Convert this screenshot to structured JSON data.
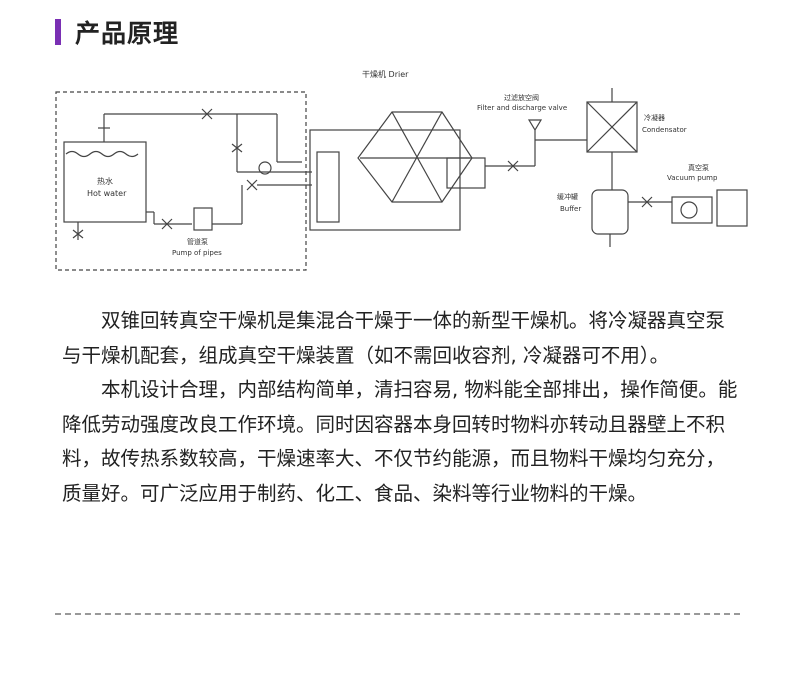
{
  "heading": {
    "title": "产品原理",
    "accent_color": "#7a2fb4"
  },
  "diagram": {
    "drier_label": "干燥机 Drier",
    "filter_valve_label_cn": "过滤放空阀",
    "filter_valve_label_en": "Filter and discharge valve",
    "condenser_label_cn": "冷凝器",
    "condenser_label_en": "Condensator",
    "vacuum_pump_label_cn": "真空泵",
    "vacuum_pump_label_en": "Vacuum pump",
    "buffer_label_cn": "缓冲罐",
    "buffer_label_en": "Buffer",
    "hot_water_label_cn": "热水",
    "hot_water_label_en": "Hot water",
    "pipe_pump_label_cn": "管道泵",
    "pipe_pump_label_en": "Pump of pipes"
  },
  "paragraphs": [
    "双锥回转真空干燥机是集混合干燥于一体的新型干燥机。将冷凝器真空泵与干燥机配套，组成真空干燥装置（如不需回收容剂, 冷凝器可不用）。",
    "本机设计合理，内部结构简单，清扫容易, 物料能全部排出，操作简便。能降低劳动强度改良工作环境。同时因容器本身回转时物料亦转动且器壁上不积料，故传热系数较高，干燥速率大、不仅节约能源，而且物料干燥均匀充分，质量好。可广泛应用于制药、化工、食品、染料等行业物料的干燥。"
  ]
}
